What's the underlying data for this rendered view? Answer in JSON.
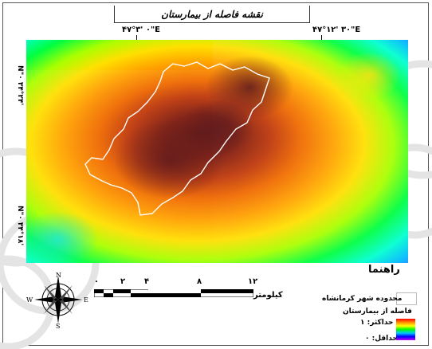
{
  "map": {
    "title": "نقشه فاصله از بیمارستان",
    "top_coords": [
      "۴۷°۳' ۰\"E",
      "۴۷°۱۲' ۳۰\"E"
    ],
    "left_coords": [
      "N\"۰ ۳۴°۲۴'",
      "N\"۰ ۳۴°۱۸'"
    ]
  },
  "legend": {
    "title": "راهنما",
    "boundary_label": "محدوده شهر کرمانشاه",
    "ramp_title": "فاصله از بیمارستان",
    "max_label": "حداکثر: ۱",
    "min_label": "حداقل: ۰",
    "ramp_colors": [
      "#ff0000",
      "#ff8c00",
      "#ffff00",
      "#00ff00",
      "#00c8ff",
      "#0000ff",
      "#c800ff"
    ]
  },
  "scale_bar": {
    "labels": [
      "۰",
      "۲",
      "۴",
      "۸",
      "۱۲"
    ],
    "unit": "کیلومتر"
  },
  "north_arrow": {
    "icon": "compass-rose-icon",
    "labels": {
      "n": "N",
      "s": "S",
      "e": "E",
      "w": "W"
    }
  }
}
